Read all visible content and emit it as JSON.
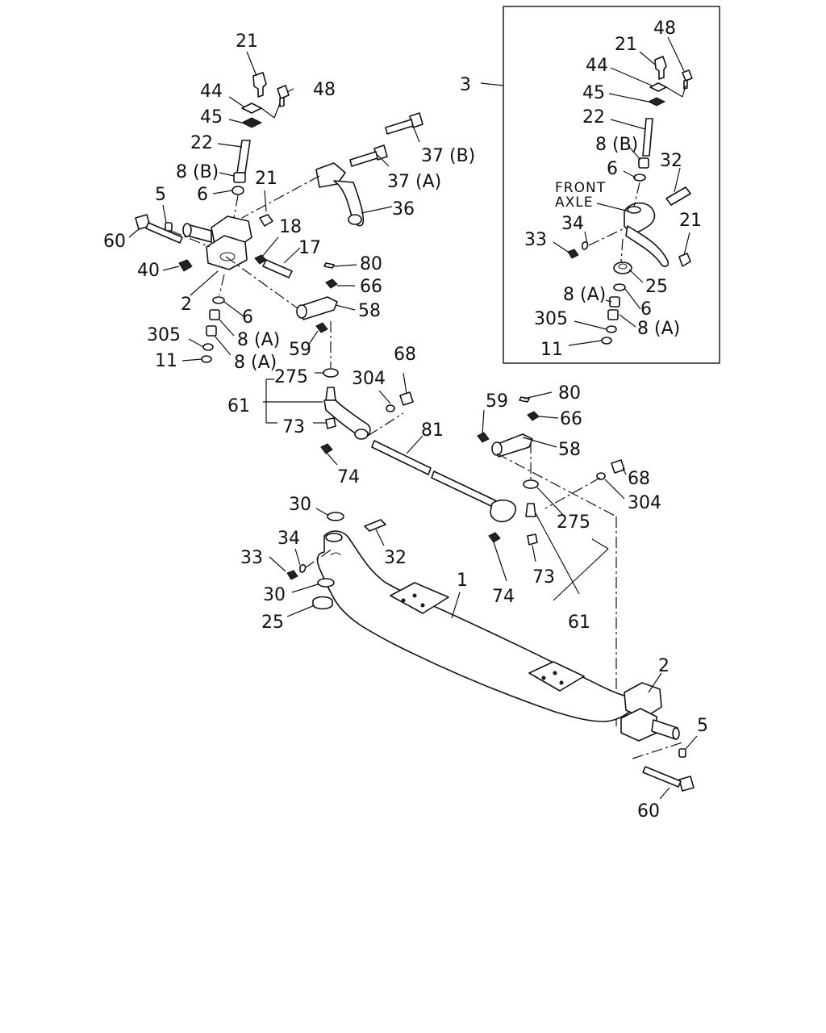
{
  "labels": {
    "l21a": "21",
    "l44a": "44",
    "l48a": "48",
    "l45a": "45",
    "l22a": "22",
    "l8Ba": "8 (B)",
    "l21b": "21",
    "l6a": "6",
    "l5a": "5",
    "l60a": "60",
    "l18": "18",
    "l17": "17",
    "l40": "40",
    "l80a": "80",
    "l2a": "2",
    "l66a": "66",
    "l58a": "58",
    "l6b": "6",
    "l8Aa": "8 (A)",
    "l305a": "305",
    "l59a": "59",
    "l11a": "11",
    "l8Ab": "8 (A)",
    "l275a": "275",
    "l304a": "304",
    "l68a": "68",
    "l61a": "61",
    "l73a": "73",
    "l74a": "74",
    "l81": "81",
    "l37B": "37 (B)",
    "l37A": "37 (A)",
    "l36": "36",
    "l3": "3",
    "l48b": "48",
    "l21c": "21",
    "l44b": "44",
    "l45b": "45",
    "l22b": "22",
    "l8Bb": "8 (B)",
    "l6c": "6",
    "l32a": "32",
    "l_front": "FRONT",
    "l_axle": "AXLE",
    "l34a": "34",
    "l21d": "21",
    "l33a": "33",
    "l25a": "25",
    "l8Ac": "8 (A)",
    "l6d": "6",
    "l305b": "305",
    "l8Ad": "8 (A)",
    "l11b": "11",
    "l80b": "80",
    "l59b": "59",
    "l66b": "66",
    "l58b": "58",
    "l68b": "68",
    "l304b": "304",
    "l275b": "275",
    "l73b": "73",
    "l74b": "74",
    "l61b": "61",
    "l30a": "30",
    "l34b": "34",
    "l32b": "32",
    "l33b": "33",
    "l30b": "30",
    "l25b": "25",
    "l1": "1",
    "l2b": "2",
    "l5b": "5",
    "l60b": "60"
  }
}
